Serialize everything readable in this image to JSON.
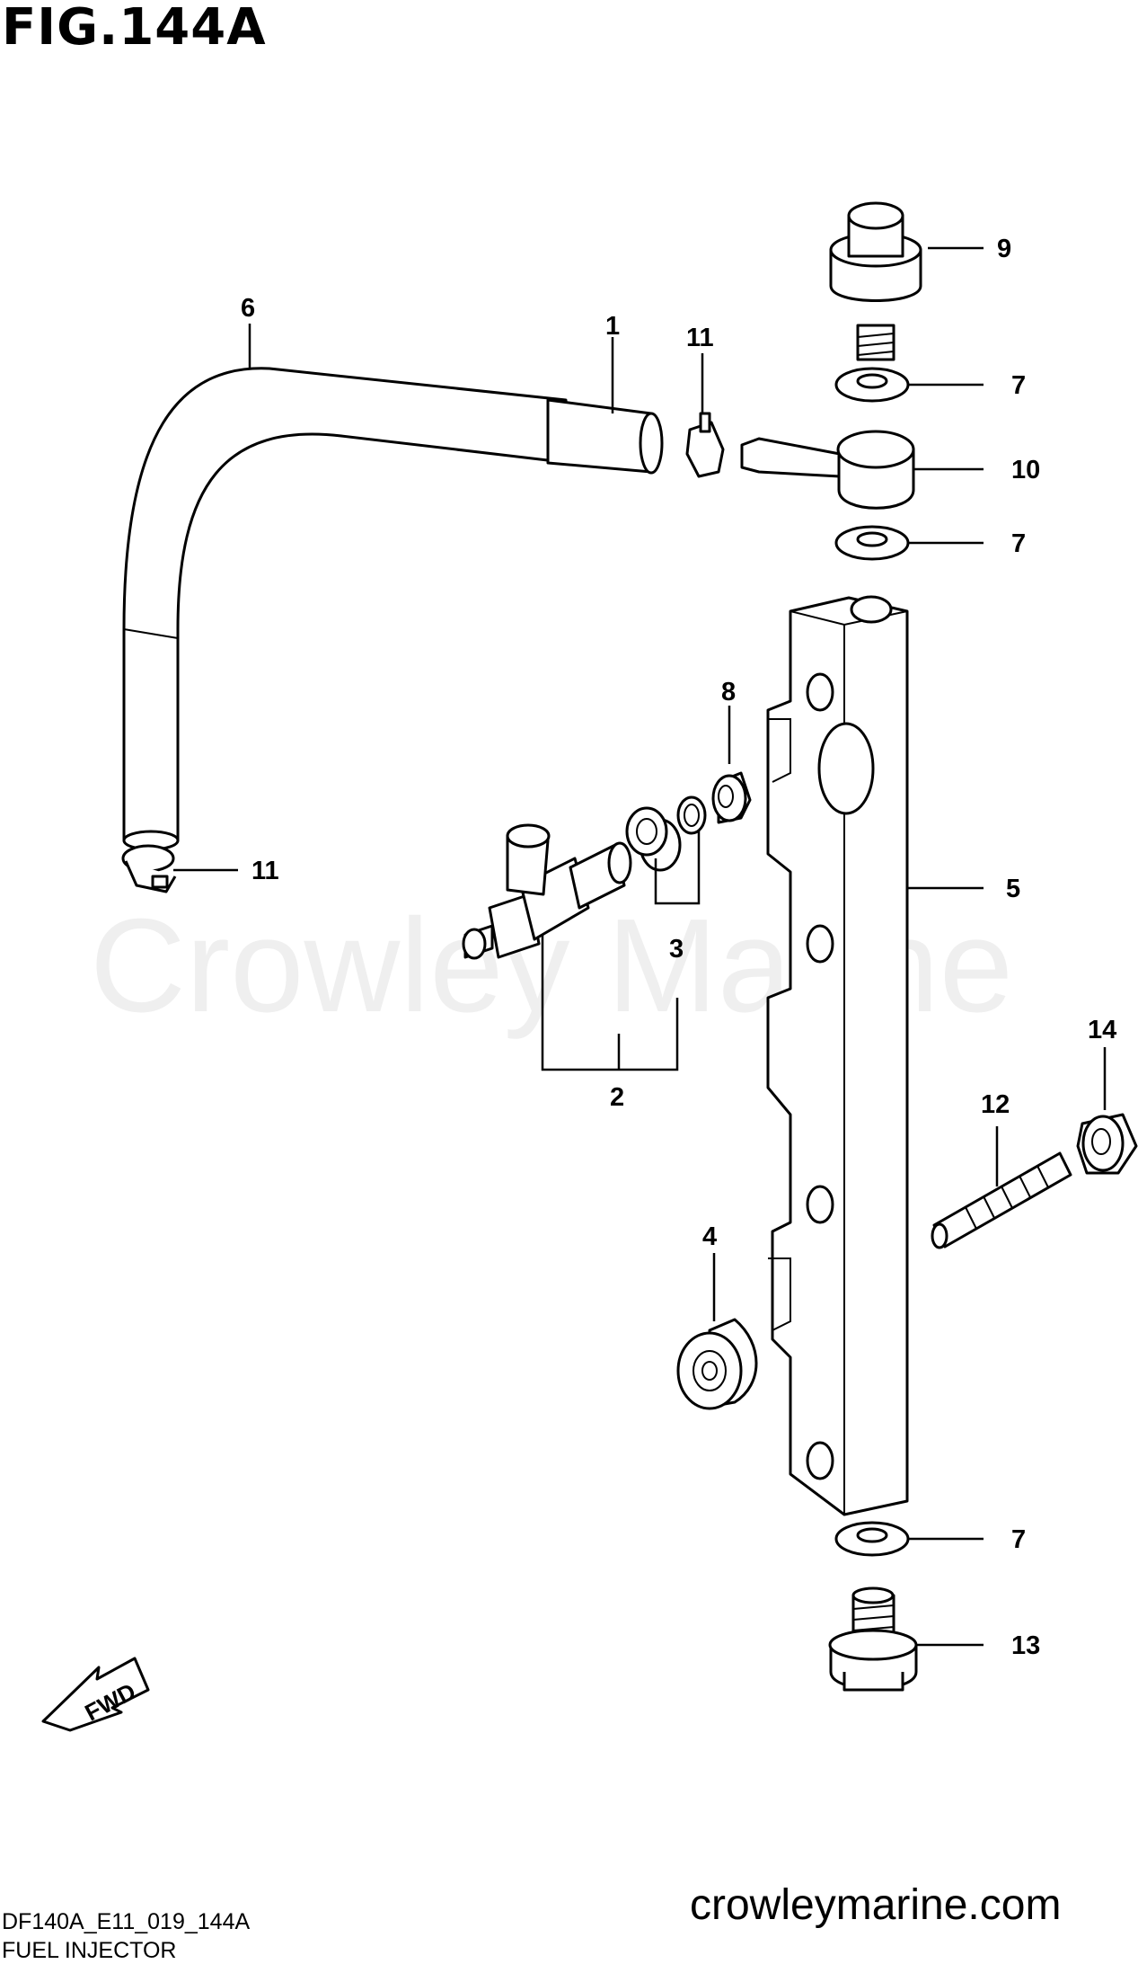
{
  "title": "FIG.144A",
  "watermark": "Crowley Marine",
  "footer": {
    "code": "DF140A_E11_019_144A",
    "name": "FUEL INJECTOR",
    "site": "crowleymarine.com"
  },
  "fwd_label": "FWD",
  "callouts": [
    {
      "id": "c1",
      "label": "1"
    },
    {
      "id": "c2",
      "label": "2"
    },
    {
      "id": "c3",
      "label": "3"
    },
    {
      "id": "c4",
      "label": "4"
    },
    {
      "id": "c5",
      "label": "5"
    },
    {
      "id": "c6",
      "label": "6"
    },
    {
      "id": "c7a",
      "label": "7"
    },
    {
      "id": "c7b",
      "label": "7"
    },
    {
      "id": "c7c",
      "label": "7"
    },
    {
      "id": "c8",
      "label": "8"
    },
    {
      "id": "c9",
      "label": "9"
    },
    {
      "id": "c10",
      "label": "10"
    },
    {
      "id": "c11a",
      "label": "11"
    },
    {
      "id": "c11b",
      "label": "11"
    },
    {
      "id": "c12",
      "label": "12"
    },
    {
      "id": "c13",
      "label": "13"
    },
    {
      "id": "c14",
      "label": "14"
    }
  ]
}
